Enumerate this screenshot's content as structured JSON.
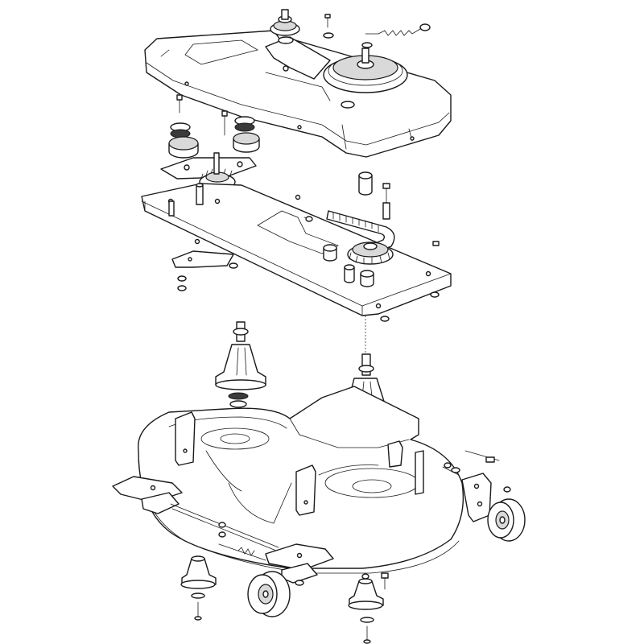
{
  "diagram": {
    "kind": "exploded-assembly-line-drawing",
    "colors": {
      "line": "#1a1a1a",
      "fill": "#ffffff",
      "shade": "#d9d9d9",
      "dark": "#3a3a3a"
    },
    "assemblies": [
      {
        "id": "belt-cover",
        "icon": "cover-shape"
      },
      {
        "id": "drive-pulley",
        "icon": "pulley-shape"
      },
      {
        "id": "tension-spring",
        "icon": "spring-shape"
      },
      {
        "id": "idler-pulley",
        "icon": "pulley-shape"
      },
      {
        "id": "mounting-plate",
        "icon": "plate-shape"
      },
      {
        "id": "drive-belt",
        "icon": "belt-shape"
      },
      {
        "id": "spindle-left",
        "icon": "spindle-shape"
      },
      {
        "id": "spindle-right",
        "icon": "spindle-shape"
      },
      {
        "id": "deck-housing",
        "icon": "deck-shape"
      },
      {
        "id": "gauge-wheel-left",
        "icon": "wheel-shape"
      },
      {
        "id": "gauge-wheel-right",
        "icon": "wheel-shape"
      },
      {
        "id": "blade-hub-left",
        "icon": "hub-shape"
      },
      {
        "id": "blade-hub-right",
        "icon": "hub-shape"
      }
    ]
  }
}
